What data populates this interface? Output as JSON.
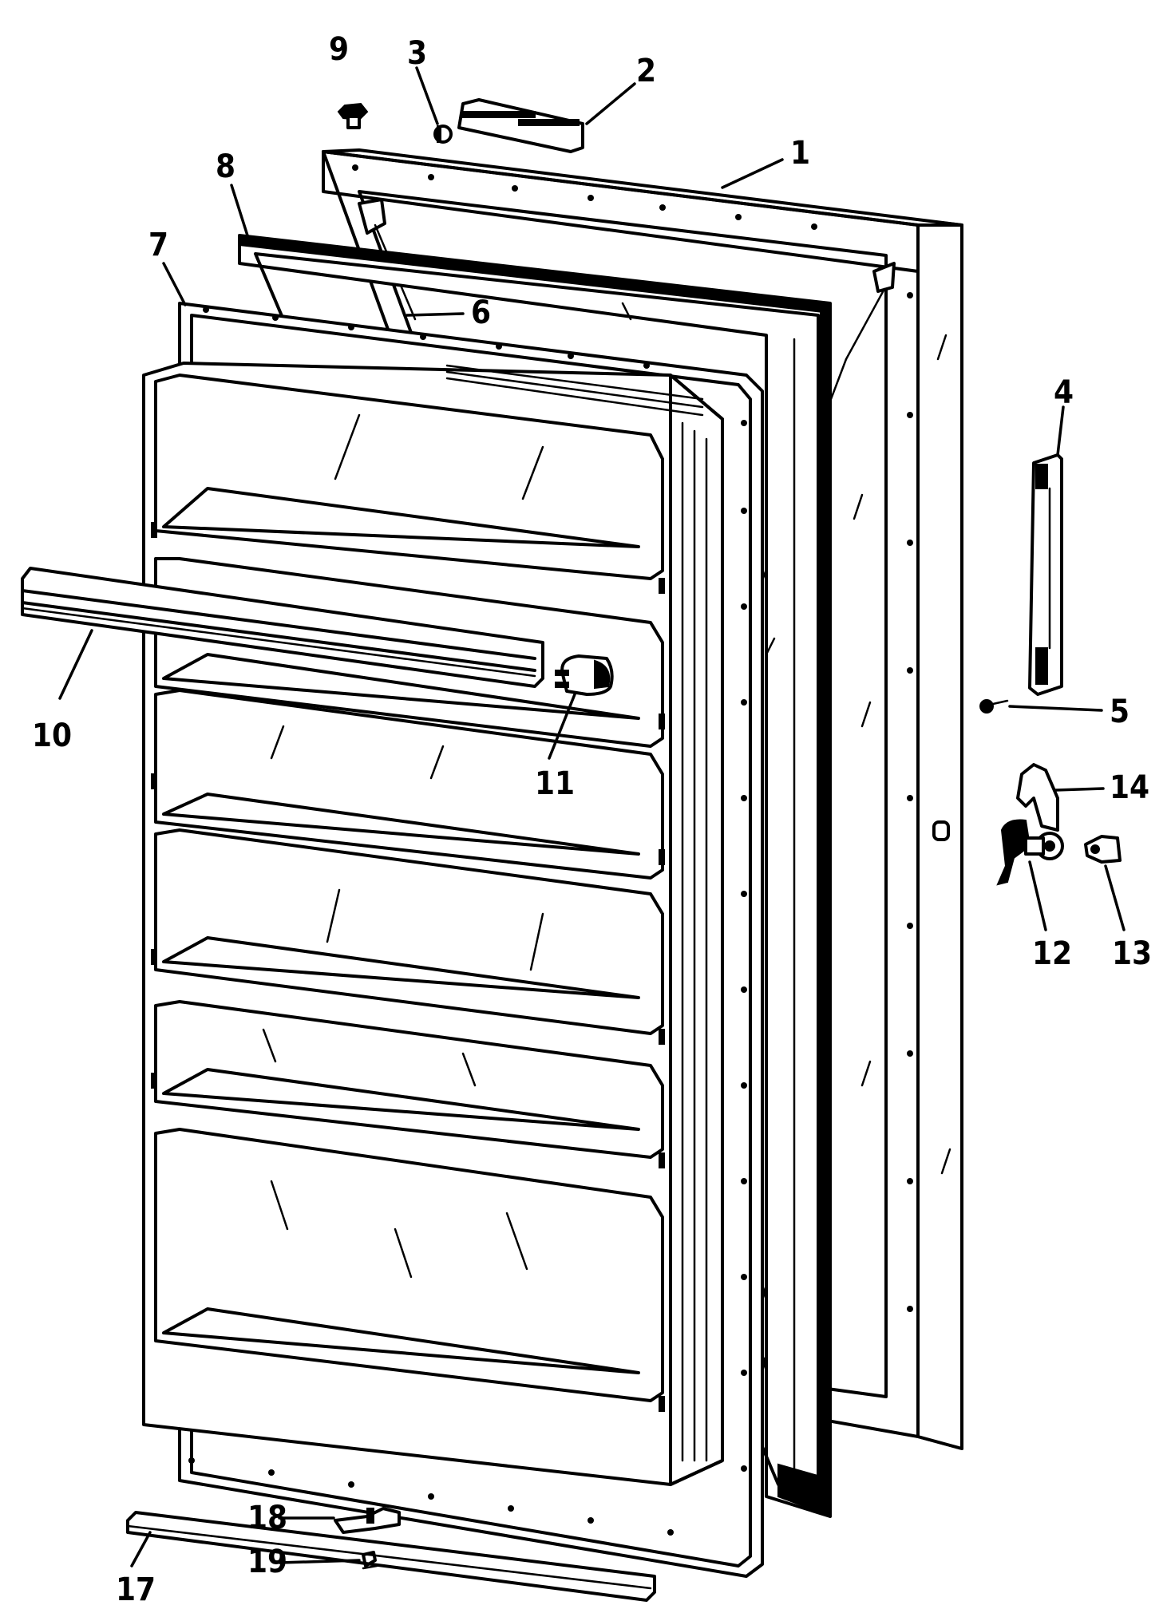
{
  "diagram": {
    "callouts": [
      {
        "id": "1",
        "label": "1"
      },
      {
        "id": "2",
        "label": "2"
      },
      {
        "id": "3",
        "label": "3"
      },
      {
        "id": "4",
        "label": "4"
      },
      {
        "id": "5",
        "label": "5"
      },
      {
        "id": "6",
        "label": "6"
      },
      {
        "id": "7",
        "label": "7"
      },
      {
        "id": "8",
        "label": "8"
      },
      {
        "id": "9",
        "label": "9"
      },
      {
        "id": "10",
        "label": "10"
      },
      {
        "id": "11",
        "label": "11"
      },
      {
        "id": "12",
        "label": "12"
      },
      {
        "id": "13",
        "label": "13"
      },
      {
        "id": "14",
        "label": "14"
      },
      {
        "id": "17",
        "label": "17"
      },
      {
        "id": "18",
        "label": "18"
      },
      {
        "id": "19",
        "label": "19"
      }
    ],
    "colors": {
      "ink": "#000000",
      "paper": "#ffffff"
    }
  }
}
